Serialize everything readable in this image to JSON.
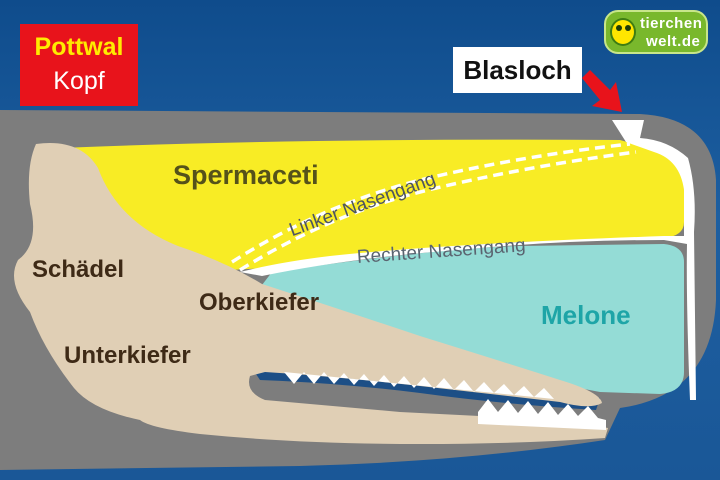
{
  "title": {
    "main": "Pottwal",
    "sub": "Kopf"
  },
  "logo": {
    "line1": "tierchen",
    "line2": "welt.de"
  },
  "callout": {
    "blasloch": "Blasloch"
  },
  "labels": {
    "spermaceti": "Spermaceti",
    "linker_nasengang": "Linker Nasengang",
    "rechter_nasengang": "Rechter Nasengang",
    "schaedel": "Schädel",
    "oberkiefer": "Oberkiefer",
    "unterkiefer": "Unterkiefer",
    "melone": "Melone"
  },
  "colors": {
    "background": "#1d5fa1",
    "head": "#7d7d7d",
    "spermaceti": "#f8ec25",
    "melone": "#94dcd6",
    "bone": "#e0cfb5",
    "mouth": "#1d4f86",
    "arrow": "#e8131b",
    "title_bg": "#e8131b",
    "title_main": "#ffeb00",
    "logo_green": "#79b82c"
  },
  "icons": {
    "arrow": "arrow-down-right-icon",
    "logo": "frog-logo-icon"
  }
}
